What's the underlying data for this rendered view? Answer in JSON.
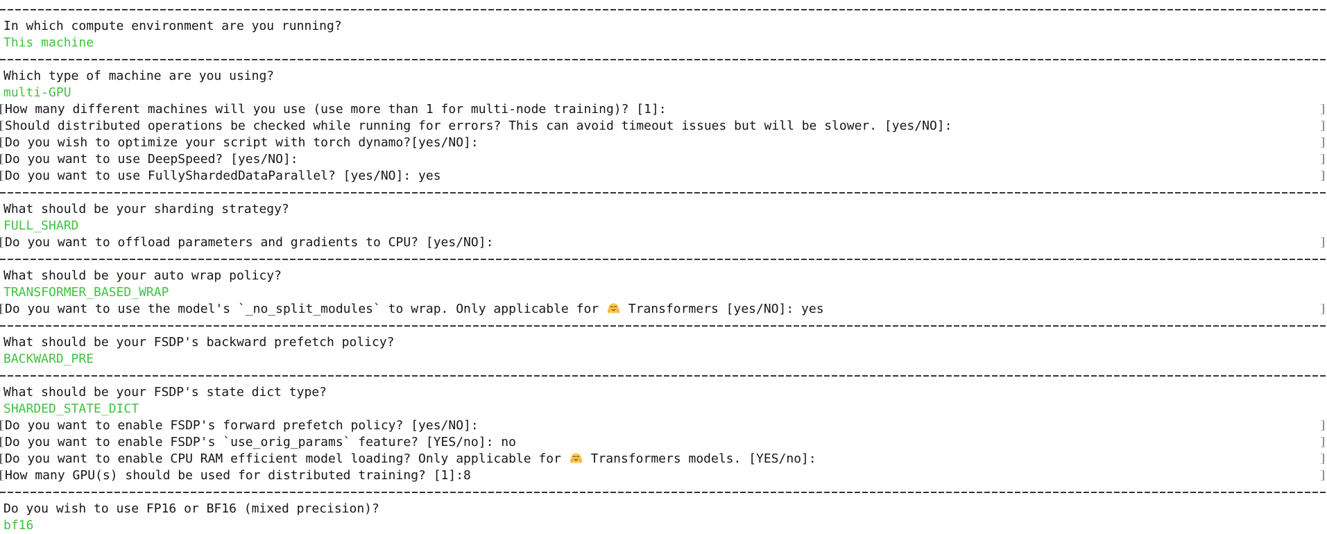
{
  "colors": {
    "answer_green": "#3fc33f",
    "text": "#161616",
    "separator": "#333333",
    "background": "#ffffff"
  },
  "icons": {
    "hugging_face_emoji": "🤗"
  },
  "terminal": {
    "rows": [
      {
        "type": "separator"
      },
      {
        "type": "question",
        "text": "In which compute environment are you running?"
      },
      {
        "type": "answer",
        "text": "This machine"
      },
      {
        "type": "separator"
      },
      {
        "type": "question",
        "text": "Which type of machine are you using?"
      },
      {
        "type": "answer",
        "text": "multi-GPU"
      },
      {
        "type": "prompt",
        "text": "How many different machines will you use (use more than 1 for multi-node training)? [1]:"
      },
      {
        "type": "prompt",
        "text": "Should distributed operations be checked while running for errors? This can avoid timeout issues but will be slower. [yes/NO]:"
      },
      {
        "type": "prompt",
        "text": "Do you wish to optimize your script with torch dynamo?[yes/NO]:"
      },
      {
        "type": "prompt",
        "text": "Do you want to use DeepSpeed? [yes/NO]:"
      },
      {
        "type": "prompt",
        "text": "Do you want to use FullyShardedDataParallel? [yes/NO]: yes"
      },
      {
        "type": "separator"
      },
      {
        "type": "question",
        "text": "What should be your sharding strategy?"
      },
      {
        "type": "answer",
        "text": "FULL_SHARD"
      },
      {
        "type": "prompt",
        "text": "Do you want to offload parameters and gradients to CPU? [yes/NO]:"
      },
      {
        "type": "separator"
      },
      {
        "type": "question",
        "text": "What should be your auto wrap policy?"
      },
      {
        "type": "answer",
        "text": "TRANSFORMER_BASED_WRAP"
      },
      {
        "type": "prompt",
        "text": "Do you want to use the model's `_no_split_modules` to wrap. Only applicable for 🤗 Transformers [yes/NO]: yes"
      },
      {
        "type": "separator"
      },
      {
        "type": "question",
        "text": "What should be your FSDP's backward prefetch policy?"
      },
      {
        "type": "answer",
        "text": "BACKWARD_PRE"
      },
      {
        "type": "separator"
      },
      {
        "type": "question",
        "text": "What should be your FSDP's state dict type?"
      },
      {
        "type": "answer",
        "text": "SHARDED_STATE_DICT"
      },
      {
        "type": "prompt",
        "text": "Do you want to enable FSDP's forward prefetch policy? [yes/NO]:"
      },
      {
        "type": "prompt",
        "text": "Do you want to enable FSDP's `use_orig_params` feature? [YES/no]: no"
      },
      {
        "type": "prompt",
        "text": "Do you want to enable CPU RAM efficient model loading? Only applicable for 🤗 Transformers models. [YES/no]:"
      },
      {
        "type": "prompt",
        "text": "How many GPU(s) should be used for distributed training? [1]:8"
      },
      {
        "type": "separator"
      },
      {
        "type": "question",
        "text": "Do you wish to use FP16 or BF16 (mixed precision)?"
      },
      {
        "type": "answer",
        "text": "bf16"
      }
    ]
  }
}
